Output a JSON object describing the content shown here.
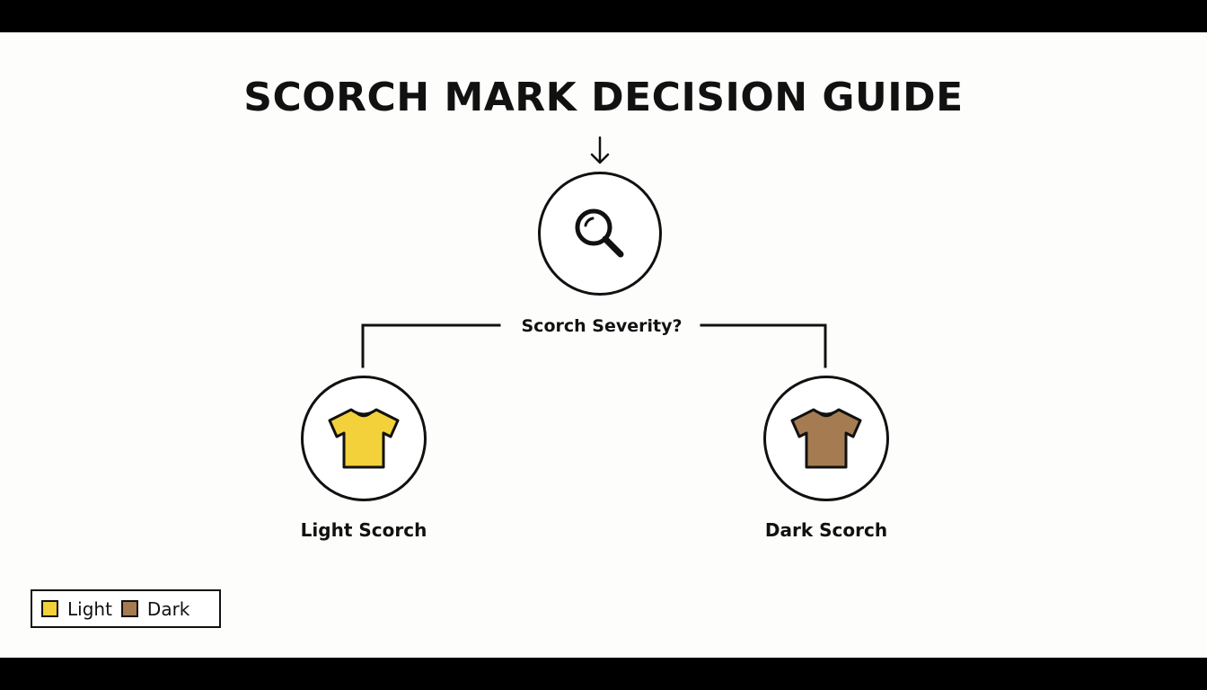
{
  "title": "SCORCH MARK DECISION GUIDE",
  "decision": {
    "question": "Scorch Severity?",
    "icon": "magnifying-glass-icon"
  },
  "branches": [
    {
      "label": "Light Scorch",
      "icon": "tshirt-icon",
      "color": "#f2d13a"
    },
    {
      "label": "Dark Scorch",
      "icon": "tshirt-icon",
      "color": "#a57c52"
    }
  ],
  "legend": {
    "items": [
      {
        "label": "Light",
        "color": "#f2d13a"
      },
      {
        "label": "Dark",
        "color": "#a57c52"
      }
    ]
  },
  "colors": {
    "ink": "#111111",
    "background": "#fdfdfc"
  }
}
